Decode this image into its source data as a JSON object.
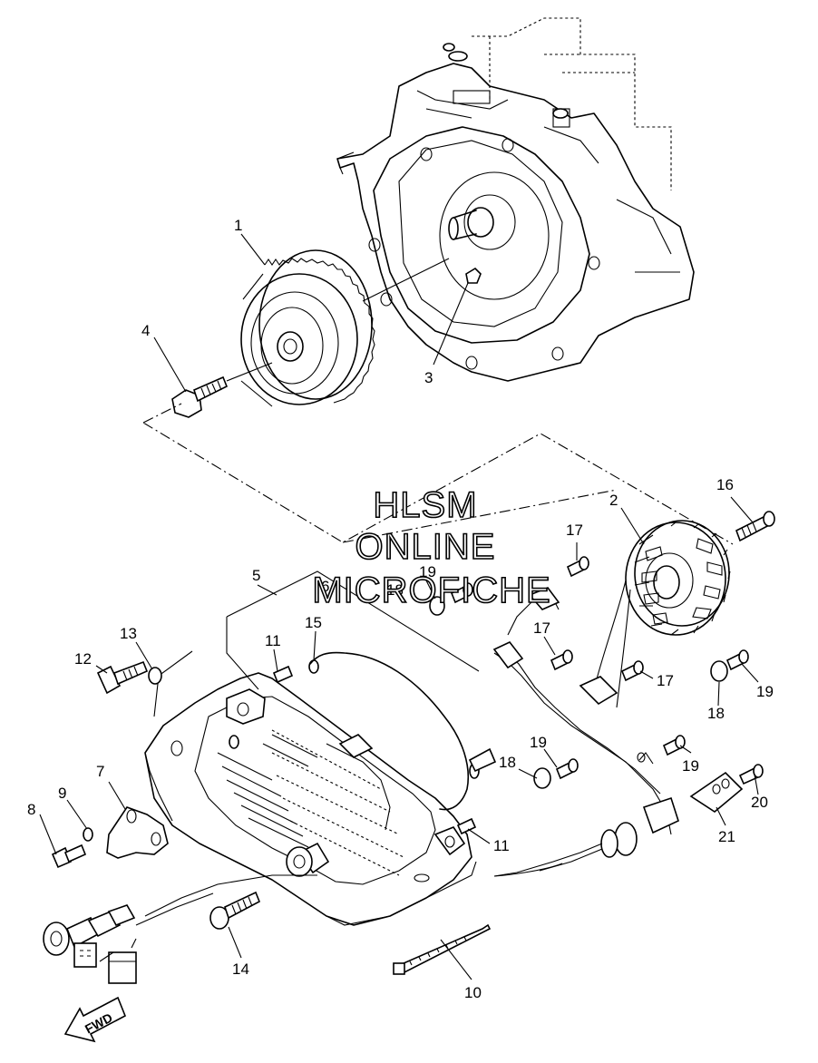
{
  "watermark": {
    "line1": "HLSM",
    "line2": "ONLINE",
    "line3": "MICROFICHE"
  },
  "direction_label": "FWD",
  "callouts": [
    {
      "id": "c1",
      "text": "1"
    },
    {
      "id": "c2",
      "text": "2"
    },
    {
      "id": "c3",
      "text": "3"
    },
    {
      "id": "c4",
      "text": "4"
    },
    {
      "id": "c5",
      "text": "5"
    },
    {
      "id": "c6",
      "text": "6"
    },
    {
      "id": "c7",
      "text": "7"
    },
    {
      "id": "c8",
      "text": "8"
    },
    {
      "id": "c9",
      "text": "9"
    },
    {
      "id": "c10",
      "text": "10"
    },
    {
      "id": "c11a",
      "text": "11"
    },
    {
      "id": "c11b",
      "text": "11"
    },
    {
      "id": "c12",
      "text": "12"
    },
    {
      "id": "c13",
      "text": "13"
    },
    {
      "id": "c14",
      "text": "14"
    },
    {
      "id": "c15",
      "text": "15"
    },
    {
      "id": "c16",
      "text": "16"
    },
    {
      "id": "c17a",
      "text": "17"
    },
    {
      "id": "c17b",
      "text": "17"
    },
    {
      "id": "c17c",
      "text": "17"
    },
    {
      "id": "c18a",
      "text": "18"
    },
    {
      "id": "c18b",
      "text": "18"
    },
    {
      "id": "c18c",
      "text": "18"
    },
    {
      "id": "c19a",
      "text": "19"
    },
    {
      "id": "c19b",
      "text": "19"
    },
    {
      "id": "c19c",
      "text": "19"
    },
    {
      "id": "c19d",
      "text": "19"
    },
    {
      "id": "c20",
      "text": "20"
    },
    {
      "id": "c21",
      "text": "21"
    }
  ]
}
